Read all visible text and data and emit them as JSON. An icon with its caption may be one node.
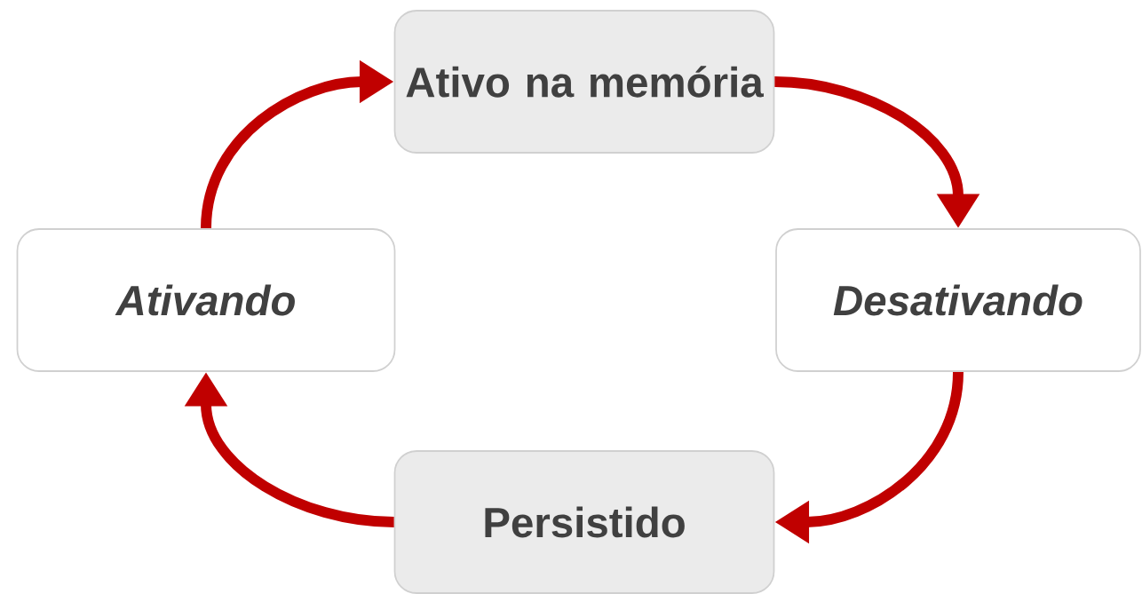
{
  "diagram": {
    "nodes": [
      {
        "text": [
          "Ativo na memória"
        ]
      },
      {
        "text": [
          "Desativando"
        ]
      },
      {
        "text": [
          "Persistido"
        ]
      },
      {
        "text": [
          "Ativando"
        ]
      }
    ],
    "edges": [
      {
        "from": 0,
        "to": 1,
        "arrow": "to"
      },
      {
        "from": 1,
        "to": 2,
        "arrow": "to"
      },
      {
        "from": 2,
        "to": 3,
        "arrow": "to"
      },
      {
        "from": 3,
        "to": 0,
        "arrow": "to"
      }
    ]
  }
}
